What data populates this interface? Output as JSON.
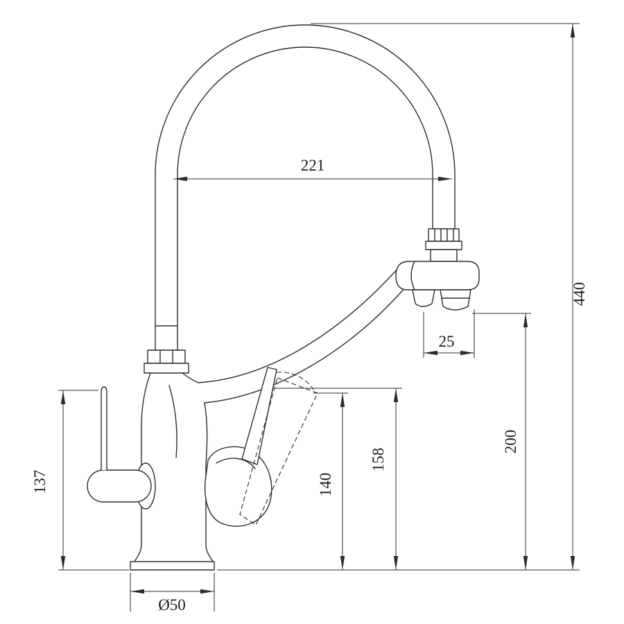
{
  "colors": {
    "background": "#ffffff",
    "line": "#2b2b2b",
    "text": "#1c1c1c"
  },
  "dimensions": {
    "top_width": "221",
    "overall_height": "440",
    "nozzle_offset": "25",
    "spray_to_counter": "200",
    "spout_join_height": "158",
    "lever_height": "140",
    "left_handle_height": "137",
    "base_diameter": "Ø50"
  }
}
